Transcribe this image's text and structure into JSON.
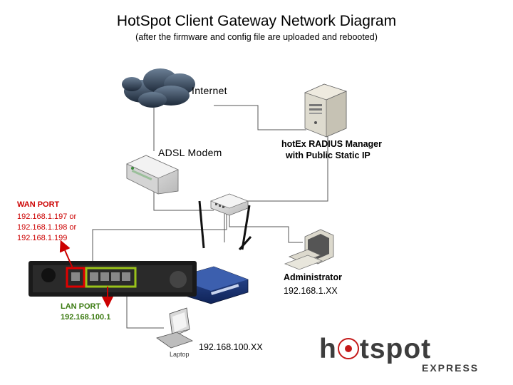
{
  "title": "HotSpot Client Gateway Network Diagram",
  "subtitle": "(after the firmware and config file are uploaded and rebooted)",
  "nodes": {
    "internet": "Internet",
    "modem": "ADSL Modem",
    "radius_line1": "hotEx RADIUS Manager",
    "radius_line2": "with Public Static IP",
    "admin_name": "Administrator",
    "admin_ip": "192.168.1.XX",
    "laptop_name": "Laptop",
    "laptop_ip": "192.168.100.XX"
  },
  "wan": {
    "label": "WAN PORT",
    "ips": [
      "192.168.1.197 or",
      "192.168.1.198 or",
      "192.168.1.199"
    ]
  },
  "lan": {
    "label": "LAN PORT",
    "ip": "192.168.100.1"
  },
  "logo": {
    "part1": "h",
    "part2": "tspot",
    "sub": "EXPRESS"
  },
  "colors": {
    "wan": "#cc0000",
    "lan": "#3a7a10",
    "logo_accent": "#c41a1a"
  }
}
